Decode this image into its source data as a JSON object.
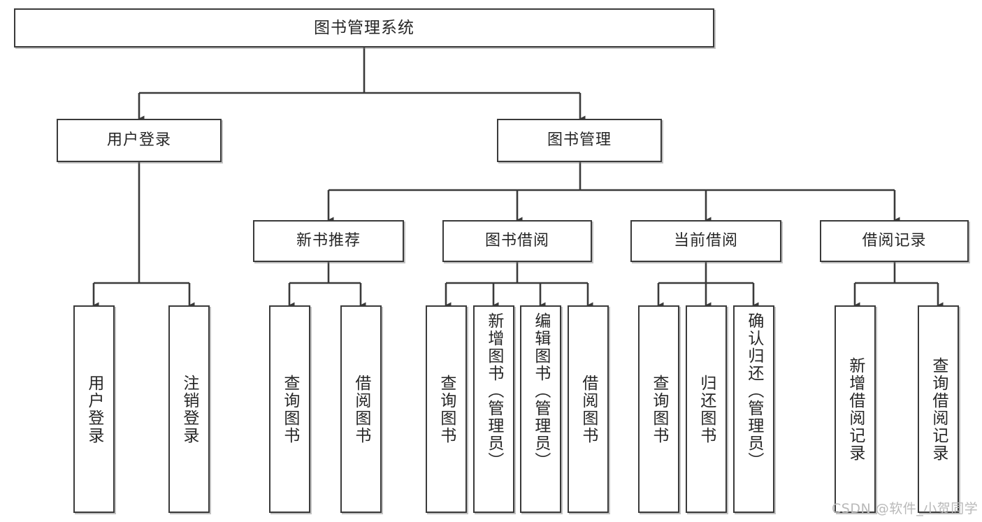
{
  "diagram": {
    "title": "图书管理系统",
    "type": "tree",
    "root": {
      "label": "图书管理系统"
    },
    "level2": [
      {
        "label": "用户登录"
      },
      {
        "label": "图书管理"
      }
    ],
    "level3": [
      {
        "label": "新书推荐"
      },
      {
        "label": "图书借阅"
      },
      {
        "label": "当前借阅"
      },
      {
        "label": "借阅记录"
      }
    ],
    "leaves": {
      "user_login": [
        {
          "label": "用户登录"
        },
        {
          "label": "注销登录"
        }
      ],
      "new_book": [
        {
          "label": "查询图书"
        },
        {
          "label": "借阅图书"
        }
      ],
      "borrow": [
        {
          "label": "查询图书"
        },
        {
          "label": "新增图书（管理员）"
        },
        {
          "label": "编辑图书（管理员）"
        },
        {
          "label": "借阅图书"
        }
      ],
      "current": [
        {
          "label": "查询图书"
        },
        {
          "label": "归还图书"
        },
        {
          "label": "确认归还（管理员）"
        }
      ],
      "records": [
        {
          "label": "新增借阅记录"
        },
        {
          "label": "查询借阅记录"
        }
      ]
    }
  },
  "watermark": {
    "text": "CSDN @软件_小贺同学"
  },
  "colors": {
    "border": "#3a3a3a",
    "text": "#262626",
    "background": "#ffffff",
    "watermark": "#b9b9b9"
  }
}
